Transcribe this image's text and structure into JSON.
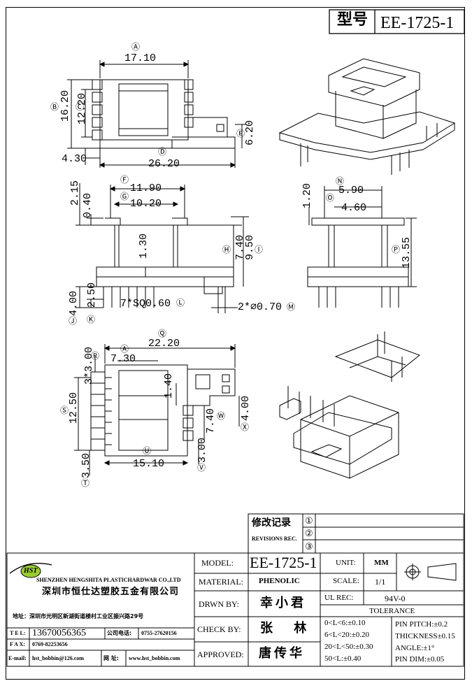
{
  "header": {
    "model_label": "型号",
    "model_value": "EE-1725-1"
  },
  "dims_top": {
    "A": "17.10",
    "B": "16.20",
    "C": "12.20",
    "E": "6.20",
    "d430": "4.30",
    "D": "26.20"
  },
  "dims_front": {
    "d215": "2.15",
    "d040": "0.40",
    "F": "11.90",
    "G": "10.20",
    "d130": "1.30",
    "H": "7.40",
    "I": "9.50",
    "J": "4.00",
    "K": "2.50",
    "L": "7*SQ0.60",
    "M": "2*⌀0.70"
  },
  "dims_side": {
    "d120": "1.20",
    "N": "5.90",
    "O": "4.60",
    "P": "13.55"
  },
  "dims_bottom": {
    "R": "3*3.00",
    "A": "7.30",
    "Q": "22.20",
    "d140": "1.40",
    "S": "12.50",
    "W": "7.40",
    "X": "4.00",
    "V": "3.00",
    "T": "3.50",
    "U": "15.10"
  },
  "circled": {
    "A": "Ⓐ",
    "B": "Ⓑ",
    "C": "Ⓒ",
    "D": "Ⓓ",
    "E": "Ⓔ",
    "F": "Ⓕ",
    "G": "Ⓖ",
    "H": "Ⓗ",
    "I": "Ⓘ",
    "J": "Ⓙ",
    "K": "Ⓚ",
    "L": "Ⓛ",
    "M": "Ⓜ",
    "N": "Ⓝ",
    "O": "Ⓞ",
    "P": "Ⓟ",
    "Q": "Ⓠ",
    "R": "Ⓡ",
    "S": "Ⓢ",
    "T": "Ⓣ",
    "U": "Ⓤ",
    "V": "Ⓥ",
    "W": "Ⓦ",
    "X": "Ⓧ"
  },
  "revisions": {
    "title_cn": "修改记录",
    "title_en": "REVISIONS REC.",
    "r1": "①",
    "r2": "②",
    "r3": "③"
  },
  "company": {
    "logo": "HST",
    "name_en": "SHENZHEN HENGSHITA PLASTICHARDWAR CO.,LTD",
    "name_cn": "深圳市恒仕达塑胶五金有限公司",
    "address": "地址：深圳市光明区新湖街道楼村工业区振兴路29号",
    "tel_label": "T E L:",
    "tel": "13670056365",
    "phone_label": "公司电话:",
    "phone": "0755-27620156",
    "fax_label": "F A X:",
    "fax": "0769-82253656",
    "email_label": "E-mail:",
    "email": "hst_bobbin@126.com",
    "web_label": "网 址:",
    "web": "www.hst_bobbin.com"
  },
  "titleblock": {
    "model_label": "MODEL:",
    "model": "EE-1725-1",
    "material_label": "MATERIAL:",
    "material": "PHENOLIC",
    "drawn_label": "DRWN BY:",
    "drawn": "幸小君",
    "check_label": "CHECK BY:",
    "check": "张 林",
    "approved_label": "APPROVED:",
    "approved": "唐传华",
    "unit_label": "UNIT:",
    "unit": "MM",
    "scale_label": "SCALE:",
    "scale": "1/1",
    "ul_label": "UL REC:",
    "ul": "94V-0",
    "tolerance": "TOLERANCE",
    "tol1": "0<L<6:±0.10",
    "tol2": "6<L<20:±0.20",
    "tol3": "20<L<50:±0.30",
    "tol4": "50<L:±0.40",
    "pin_pitch": "PIN PITCH:±0.2",
    "thickness": "THICKNESS±0.15",
    "angle": "ANGLE:±1°",
    "pin_dim": "PIN DIM:±0.05"
  }
}
